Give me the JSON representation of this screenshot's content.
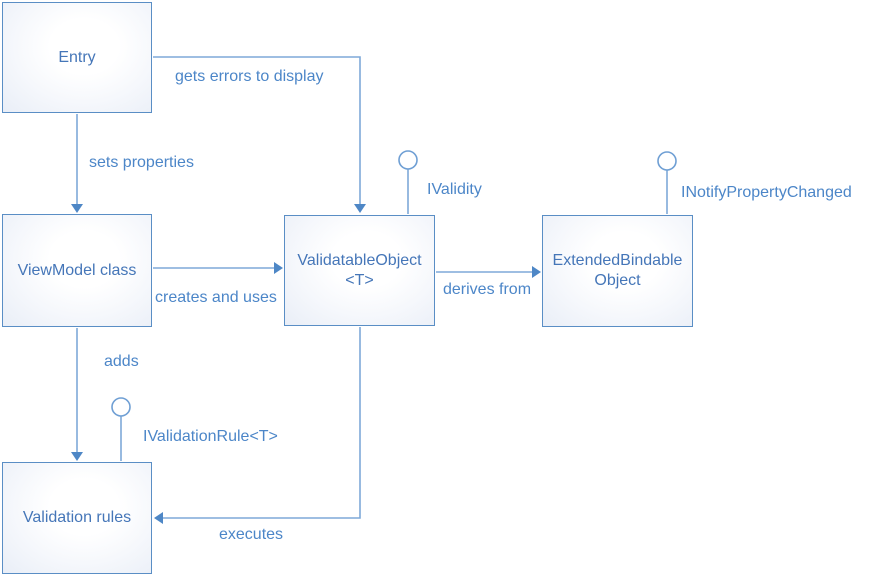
{
  "diagram": {
    "type": "class-relationship-diagram",
    "nodes": {
      "entry": {
        "label": "Entry"
      },
      "viewmodel": {
        "label": "ViewModel class"
      },
      "validatable": {
        "line1": "ValidatableObject",
        "line2": "<T>"
      },
      "extended": {
        "line1": "ExtendedBindable",
        "line2": "Object"
      },
      "rules": {
        "label": "Validation rules"
      }
    },
    "edges": {
      "gets_errors": "gets errors to display",
      "sets_properties": "sets properties",
      "creates_and_uses": "creates and uses",
      "derives_from": "derives from",
      "adds": "adds",
      "executes": "executes"
    },
    "interfaces": {
      "ivalidity": "IValidity",
      "inotify_property_changed": "INotifyPropertyChanged",
      "ivalidation_rule": "IValidationRule<T>"
    },
    "colors": {
      "connector_line": "#7ea9d9",
      "arrowhead": "#4e87c6",
      "box_border": "#5a8ec5",
      "box_fill_edge": "#e9eef7",
      "box_fill_center": "#ffffff",
      "text": "#4a7cbd",
      "lollipop_stroke": "#6f9fd4",
      "lollipop_fill": "#ffffff",
      "background": "#ffffff"
    }
  }
}
